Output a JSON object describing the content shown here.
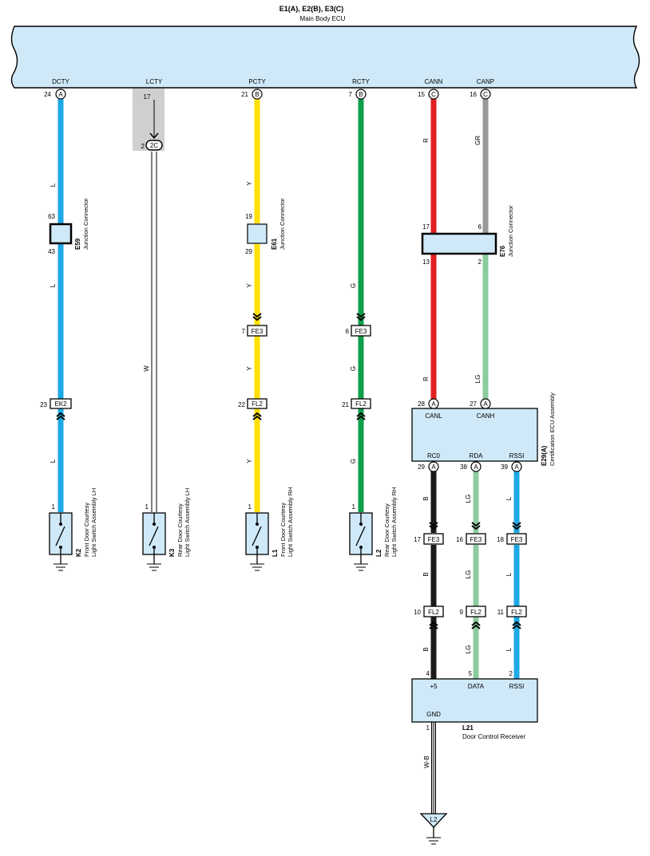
{
  "header": {
    "ecu_ids": "E1(A), E2(B), E3(C)",
    "ecu_name": "Main Body ECU"
  },
  "ecu_pins": [
    {
      "name": "DCTY",
      "pin": "24",
      "conn": "A"
    },
    {
      "name": "LCTY",
      "pin": "17",
      "conn": ""
    },
    {
      "name": "PCTY",
      "pin": "21",
      "conn": "B"
    },
    {
      "name": "RCTY",
      "pin": "7",
      "conn": "B"
    },
    {
      "name": "CANN",
      "pin": "15",
      "conn": "C"
    },
    {
      "name": "CANP",
      "pin": "16",
      "conn": "C"
    }
  ],
  "lcty_connector": {
    "pin": "2",
    "conn": "2C"
  },
  "junctions": {
    "e59": {
      "id": "E59",
      "name": "Junction Connector",
      "pin_in": "63",
      "pin_out": "43"
    },
    "e61": {
      "id": "E61",
      "name": "Junction Connector",
      "pin_in": "19",
      "pin_out": "29"
    },
    "e76": {
      "id": "E76",
      "name": "Junction Connector",
      "pin_in_l": "17",
      "pin_in_r": "6",
      "pin_out_l": "13",
      "pin_out_r": "2"
    }
  },
  "wire_colors": {
    "l": "L",
    "w": "W",
    "y": "Y",
    "g": "G",
    "r": "R",
    "gr": "GR",
    "lg": "LG",
    "b": "B",
    "wb": "W-B",
    "hex": {
      "L": "#1ea9e6",
      "Y": "#ffe000",
      "G": "#0e9e4a",
      "R": "#e02020",
      "GR": "#999999",
      "LG": "#8ccb9f",
      "B": "#1a1a1a",
      "box": "#cfe9f8"
    }
  },
  "inline_connectors": {
    "dcty_ek2": {
      "pin": "23",
      "id": "EK2"
    },
    "pcty_fe3": {
      "pin": "7",
      "id": "FE3"
    },
    "pcty_fl2": {
      "pin": "22",
      "id": "FL2"
    },
    "rcty_fe3": {
      "pin": "6",
      "id": "FE3"
    },
    "rcty_fl2": {
      "pin": "21",
      "id": "FL2"
    },
    "rc0_fe3": {
      "pin": "17",
      "id": "FE3"
    },
    "rda_fe3": {
      "pin": "16",
      "id": "FE3"
    },
    "rssi_fe3": {
      "pin": "18",
      "id": "FE3"
    },
    "rc0_fl2": {
      "pin": "10",
      "id": "FL2"
    },
    "rda_fl2": {
      "pin": "9",
      "id": "FL2"
    },
    "rssi_fl2": {
      "pin": "11",
      "id": "FL2"
    }
  },
  "switches": {
    "k2": {
      "id": "K2",
      "line1": "Front Door Courtesy",
      "line2": "Light Switch Assembly LH",
      "pin": "1"
    },
    "k3": {
      "id": "K3",
      "line1": "Rear Door Courtesy",
      "line2": "Light Switch Assembly LH",
      "pin": "1"
    },
    "l1": {
      "id": "L1",
      "line1": "Front Door Courtesy",
      "line2": "Light Switch Assembly RH",
      "pin": "1"
    },
    "l2": {
      "id": "L2",
      "line1": "Rear Door Courtesy",
      "line2": "Light Switch Assembly RH",
      "pin": "1"
    }
  },
  "cert_ecu": {
    "id": "E29(A)",
    "name": "Certification ECU Assembly",
    "canl": {
      "label": "CANL",
      "pin": "28",
      "conn": "A"
    },
    "canh": {
      "label": "CANH",
      "pin": "27",
      "conn": "A"
    },
    "rc0": {
      "label": "RC0",
      "pin": "29",
      "conn": "A"
    },
    "rda": {
      "label": "RDA",
      "pin": "38",
      "conn": "A"
    },
    "rssi": {
      "label": "RSSI",
      "pin": "39",
      "conn": "A"
    }
  },
  "receiver": {
    "id": "L21",
    "name": "Door Control Receiver",
    "p5": {
      "label": "+5",
      "pin": "4"
    },
    "data": {
      "label": "DATA",
      "pin": "5"
    },
    "rssi": {
      "label": "RSSI",
      "pin": "2"
    },
    "gnd": {
      "label": "GND",
      "pin": "1"
    }
  },
  "ground_point": "L2"
}
